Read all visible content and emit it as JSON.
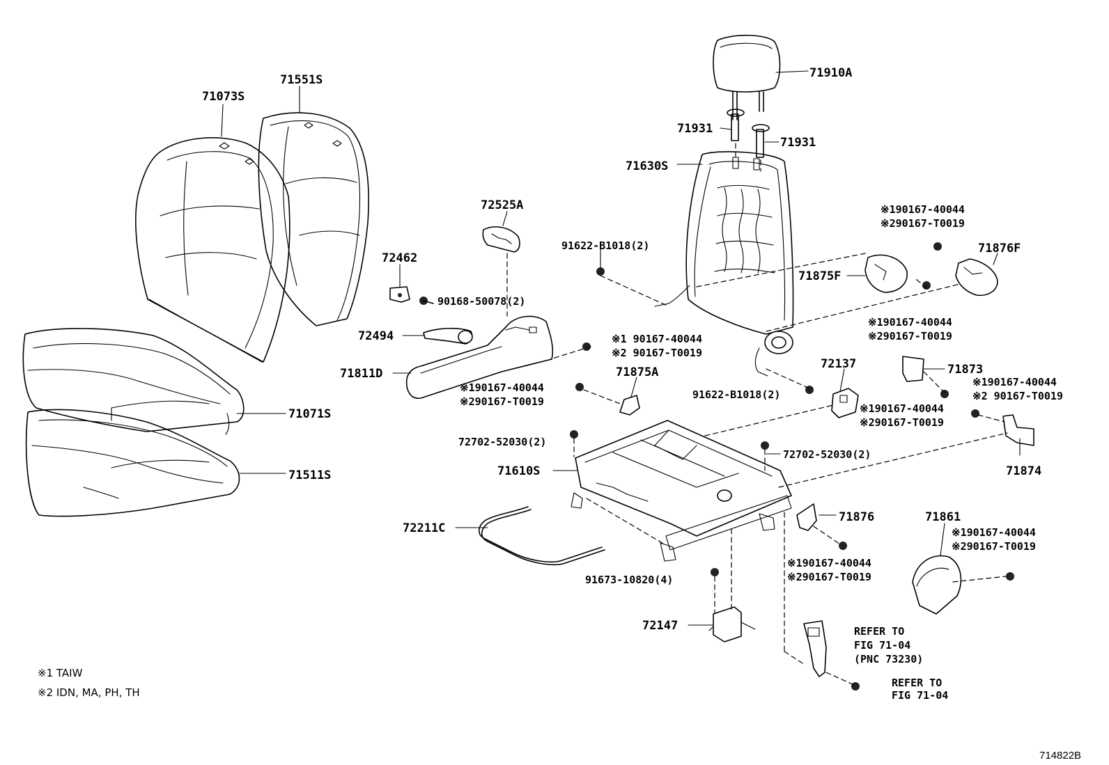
{
  "parts": {
    "p71073S": "71073S",
    "p71551S": "71551S",
    "p71910A": "71910A",
    "p71931_a": "71931",
    "p71931_b": "71931",
    "p71630S": "71630S",
    "p72525A": "72525A",
    "p72462": "72462",
    "p90168": "90168-50078(2)",
    "p72494": "72494",
    "p71811D": "71811D",
    "p91622_a": "91622-B1018(2)",
    "p91622_b": "91622-B1018(2)",
    "p71875F": "71875F",
    "p71876F": "71876F",
    "p72137": "72137",
    "p71873": "71873",
    "p71874": "71874",
    "p71875A": "71875A",
    "p71071S": "71071S",
    "p71511S": "71511S",
    "p72702_a": "72702-52030(2)",
    "p72702_b": "72702-52030(2)",
    "p71610S": "71610S",
    "p72211C": "72211C",
    "p71876": "71876",
    "p71861": "71861",
    "p91673": "91673-10820(4)",
    "p72147": "72147"
  },
  "notes": {
    "n1a": "※190167-40044",
    "n1b": "※290167-T0019",
    "n2a": "※190167-40044",
    "n2b": "※290167-T0019",
    "n3a": "※1 90167-40044",
    "n3b": "※2 90167-T0019",
    "n4a": "※190167-40044",
    "n4b": "※290167-T0019",
    "n5a": "※190167-40044",
    "n5b": "※290167-T0019",
    "n6a": "※190167-40044",
    "n6b": "※2 90167-T0019",
    "n7a": "※190167-40044",
    "n7b": "※290167-T0019",
    "n8a": "※190167-40044",
    "n8b": "※290167-T0019"
  },
  "refs": {
    "r1_line1": "REFER TO",
    "r1_line2": "FIG 71-04",
    "r1_line3": "(PNC 73230)",
    "r2_line1": "REFER TO",
    "r2_line2": "FIG 71-04"
  },
  "legend": {
    "l1": "※1  TAIW",
    "l2": "※2  IDN, MA, PH, TH"
  },
  "diagram_code": "714822B"
}
